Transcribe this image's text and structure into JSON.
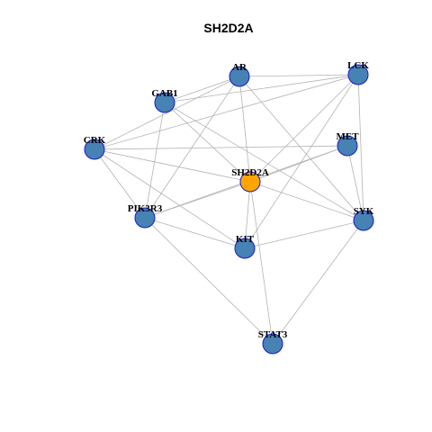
{
  "title": "SH2D2A",
  "colors": {
    "node_fill": "#4682B4",
    "center_fill": "#FFA500",
    "node_border": "#1A1ACC",
    "edge": "#B3B3B3"
  },
  "nodes": [
    {
      "id": "SH2D2A",
      "label": "SH2D2A",
      "center": true
    },
    {
      "id": "AR",
      "label": "AR"
    },
    {
      "id": "LCK",
      "label": "LCK"
    },
    {
      "id": "GAB1",
      "label": "GAB1"
    },
    {
      "id": "CRK",
      "label": "CRK"
    },
    {
      "id": "MET",
      "label": "MET"
    },
    {
      "id": "PIK3R3",
      "label": "PIK3R3"
    },
    {
      "id": "SYK",
      "label": "SYK"
    },
    {
      "id": "KIT",
      "label": "KIT"
    },
    {
      "id": "STAT3",
      "label": "STAT3"
    }
  ],
  "edges": [
    [
      "SH2D2A",
      "AR"
    ],
    [
      "SH2D2A",
      "LCK"
    ],
    [
      "SH2D2A",
      "GAB1"
    ],
    [
      "SH2D2A",
      "CRK"
    ],
    [
      "SH2D2A",
      "MET"
    ],
    [
      "SH2D2A",
      "PIK3R3"
    ],
    [
      "SH2D2A",
      "SYK"
    ],
    [
      "SH2D2A",
      "KIT"
    ],
    [
      "SH2D2A",
      "STAT3"
    ],
    [
      "AR",
      "LCK"
    ],
    [
      "AR",
      "GAB1"
    ],
    [
      "AR",
      "CRK"
    ],
    [
      "AR",
      "PIK3R3"
    ],
    [
      "AR",
      "SYK"
    ],
    [
      "LCK",
      "GAB1"
    ],
    [
      "LCK",
      "CRK"
    ],
    [
      "LCK",
      "SYK"
    ],
    [
      "LCK",
      "KIT"
    ],
    [
      "GAB1",
      "PIK3R3"
    ],
    [
      "GAB1",
      "SYK"
    ],
    [
      "CRK",
      "MET"
    ],
    [
      "CRK",
      "PIK3R3"
    ],
    [
      "CRK",
      "KIT"
    ],
    [
      "MET",
      "PIK3R3"
    ],
    [
      "MET",
      "SYK"
    ],
    [
      "PIK3R3",
      "KIT"
    ],
    [
      "PIK3R3",
      "STAT3"
    ],
    [
      "SYK",
      "KIT"
    ],
    [
      "SYK",
      "STAT3"
    ]
  ]
}
